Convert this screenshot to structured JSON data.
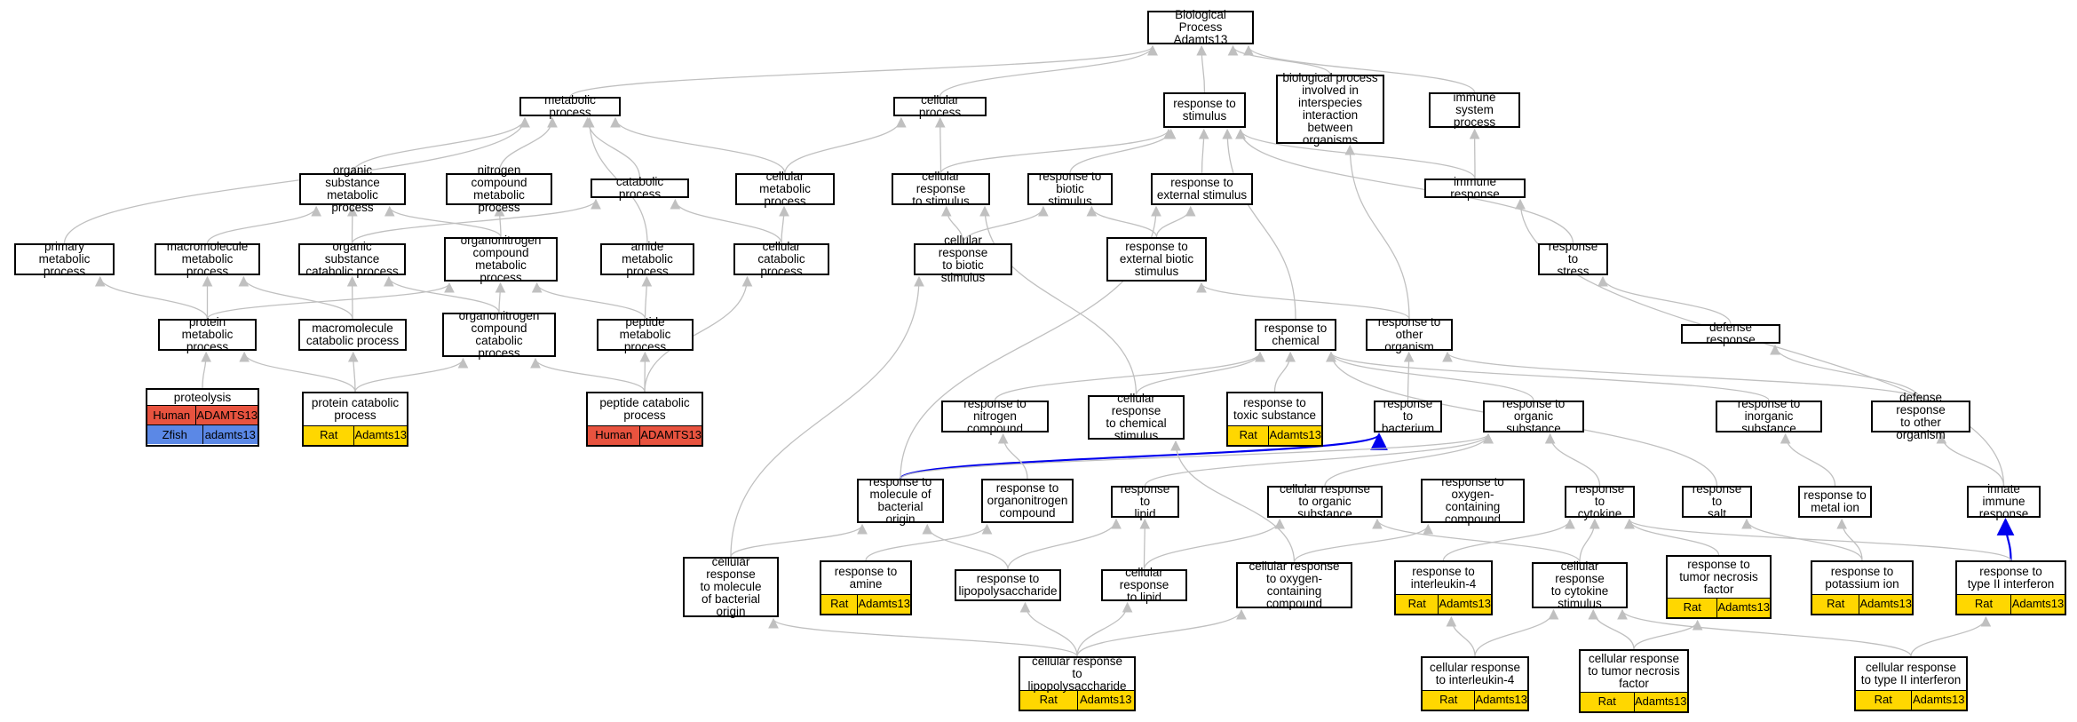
{
  "nodes": [
    {
      "id": "bp",
      "text": "Biological Process\nAdamts13"
    },
    {
      "id": "mp",
      "text": "metabolic process"
    },
    {
      "id": "cp",
      "text": "cellular process"
    },
    {
      "id": "rts",
      "text": "response to\nstimulus"
    },
    {
      "id": "bpii",
      "text": "biological process\ninvolved in\ninterspecies\ninteraction\nbetween organisms"
    },
    {
      "id": "isp",
      "text": "immune system\nprocess"
    },
    {
      "id": "osmp",
      "text": "organic substance\nmetabolic process"
    },
    {
      "id": "ncmp",
      "text": "nitrogen compound\nmetabolic process"
    },
    {
      "id": "catp",
      "text": "catabolic process"
    },
    {
      "id": "cmp",
      "text": "cellular metabolic\nprocess"
    },
    {
      "id": "crs",
      "text": "cellular response\nto stimulus"
    },
    {
      "id": "rbs",
      "text": "response to\nbiotic stimulus"
    },
    {
      "id": "res",
      "text": "response to\nexternal stimulus"
    },
    {
      "id": "ir",
      "text": "immune response"
    },
    {
      "id": "pmp",
      "text": "primary metabolic\nprocess"
    },
    {
      "id": "mmp",
      "text": "macromolecule\nmetabolic process"
    },
    {
      "id": "oscp",
      "text": "organic substance\ncatabolic process"
    },
    {
      "id": "oncmp",
      "text": "organonitrogen\ncompound metabolic\nprocess"
    },
    {
      "id": "amp",
      "text": "amide metabolic\nprocess"
    },
    {
      "id": "ccp",
      "text": "cellular catabolic\nprocess"
    },
    {
      "id": "crbs",
      "text": "cellular response\nto biotic stimulus"
    },
    {
      "id": "rebs",
      "text": "response to\nexternal biotic\nstimulus"
    },
    {
      "id": "rstress",
      "text": "response to\nstress"
    },
    {
      "id": "protmp",
      "text": "protein metabolic\nprocess"
    },
    {
      "id": "mcp",
      "text": "macromolecule\ncatabolic process"
    },
    {
      "id": "onccp",
      "text": "organonitrogen\ncompound catabolic\nprocess"
    },
    {
      "id": "pepmp",
      "text": "peptide metabolic\nprocess"
    },
    {
      "id": "rchem",
      "text": "response to\nchemical"
    },
    {
      "id": "roo",
      "text": "response to\nother organism"
    },
    {
      "id": "dr",
      "text": "defense response"
    },
    {
      "id": "prot",
      "text": "proteolysis",
      "rows": [
        [
          "Human",
          "ADAMTS13"
        ],
        [
          "Zfish",
          "adamts13"
        ]
      ]
    },
    {
      "id": "protcp",
      "text": "protein catabolic\nprocess",
      "rows": [
        [
          "Rat",
          "Adamts13"
        ]
      ]
    },
    {
      "id": "pepcp",
      "text": "peptide catabolic\nprocess",
      "rows": [
        [
          "Human",
          "ADAMTS13"
        ]
      ]
    },
    {
      "id": "rnc",
      "text": "response to\nnitrogen compound"
    },
    {
      "id": "crcs",
      "text": "cellular response\nto chemical\nstimulus"
    },
    {
      "id": "rtox",
      "text": "response to\ntoxic substance",
      "rows": [
        [
          "Rat",
          "Adamts13"
        ]
      ]
    },
    {
      "id": "rbact",
      "text": "response to\nbacterium"
    },
    {
      "id": "ros",
      "text": "response to\norganic substance"
    },
    {
      "id": "ris",
      "text": "response to\ninorganic substance"
    },
    {
      "id": "drto",
      "text": "defense response\nto other organism"
    },
    {
      "id": "rmbo",
      "text": "response to\nmolecule of\nbacterial origin"
    },
    {
      "id": "ronc",
      "text": "response to\norganonitrogen\ncompound"
    },
    {
      "id": "rlip",
      "text": "response to\nlipid"
    },
    {
      "id": "cros",
      "text": "cellular response\nto organic substance"
    },
    {
      "id": "rocc",
      "text": "response to\noxygen-containing\ncompound"
    },
    {
      "id": "rcyt",
      "text": "response to\ncytokine"
    },
    {
      "id": "rsalt",
      "text": "response to\nsalt"
    },
    {
      "id": "rmi",
      "text": "response to\nmetal ion"
    },
    {
      "id": "iir",
      "text": "innate immune\nresponse"
    },
    {
      "id": "crmbo",
      "text": "cellular response\nto molecule\nof bacterial\norigin"
    },
    {
      "id": "ramine",
      "text": "response to\namine",
      "rows": [
        [
          "Rat",
          "Adamts13"
        ]
      ]
    },
    {
      "id": "rlps",
      "text": "response to\nlipopolysaccharide"
    },
    {
      "id": "crlip",
      "text": "cellular response\nto lipid"
    },
    {
      "id": "crocc",
      "text": "cellular response\nto oxygen-containing\ncompound"
    },
    {
      "id": "ril4",
      "text": "response to\ninterleukin-4",
      "rows": [
        [
          "Rat",
          "Adamts13"
        ]
      ]
    },
    {
      "id": "crcyt",
      "text": "cellular response\nto cytokine\nstimulus"
    },
    {
      "id": "rtnf",
      "text": "response to\ntumor necrosis\nfactor",
      "rows": [
        [
          "Rat",
          "Adamts13"
        ]
      ]
    },
    {
      "id": "rpot",
      "text": "response to\npotassium ion",
      "rows": [
        [
          "Rat",
          "Adamts13"
        ]
      ]
    },
    {
      "id": "rt1i",
      "text": "response to\ntype II interferon",
      "rows": [
        [
          "Rat",
          "Adamts13"
        ]
      ]
    },
    {
      "id": "crlps",
      "text": "cellular response\nto lipopolysaccharide",
      "rows": [
        [
          "Rat",
          "Adamts13"
        ]
      ]
    },
    {
      "id": "cril4",
      "text": "cellular response\nto interleukin-4",
      "rows": [
        [
          "Rat",
          "Adamts13"
        ]
      ]
    },
    {
      "id": "crtnf",
      "text": "cellular response\nto tumor necrosis\nfactor",
      "rows": [
        [
          "Rat",
          "Adamts13"
        ]
      ]
    },
    {
      "id": "crt1i",
      "text": "cellular response\nto type II interferon",
      "rows": [
        [
          "Rat",
          "Adamts13"
        ]
      ]
    }
  ],
  "edges": [
    [
      "mp",
      "bp"
    ],
    [
      "cp",
      "bp"
    ],
    [
      "rts",
      "bp"
    ],
    [
      "bpii",
      "bp"
    ],
    [
      "isp",
      "bp"
    ],
    [
      "osmp",
      "mp"
    ],
    [
      "ncmp",
      "mp"
    ],
    [
      "catp",
      "mp"
    ],
    [
      "cmp",
      "mp"
    ],
    [
      "pmp",
      "mp"
    ],
    [
      "crs",
      "cp"
    ],
    [
      "cmp",
      "cp"
    ],
    [
      "crs",
      "rts"
    ],
    [
      "rbs",
      "rts"
    ],
    [
      "res",
      "rts"
    ],
    [
      "ir",
      "rts"
    ],
    [
      "rchem",
      "rts"
    ],
    [
      "rstress",
      "rts"
    ],
    [
      "ir",
      "isp"
    ],
    [
      "roo",
      "bpii"
    ],
    [
      "oscp",
      "osmp"
    ],
    [
      "mmp",
      "osmp"
    ],
    [
      "oncmp",
      "osmp"
    ],
    [
      "oncmp",
      "ncmp"
    ],
    [
      "oscp",
      "catp"
    ],
    [
      "ccp",
      "catp"
    ],
    [
      "ccp",
      "cmp"
    ],
    [
      "crbs",
      "crs"
    ],
    [
      "crcs",
      "crs"
    ],
    [
      "crbs",
      "rbs"
    ],
    [
      "rebs",
      "rbs"
    ],
    [
      "rebs",
      "res"
    ],
    [
      "protmp",
      "pmp"
    ],
    [
      "protmp",
      "mmp"
    ],
    [
      "mcp",
      "mmp"
    ],
    [
      "amp",
      "mp"
    ],
    [
      "mcp",
      "oscp"
    ],
    [
      "onccp",
      "oscp"
    ],
    [
      "onccp",
      "oncmp"
    ],
    [
      "pepmp",
      "oncmp"
    ],
    [
      "protmp",
      "oncmp"
    ],
    [
      "pepmp",
      "amp"
    ],
    [
      "pepcp",
      "ccp"
    ],
    [
      "crmbo",
      "crbs"
    ],
    [
      "roo",
      "rebs"
    ],
    [
      "dr",
      "rstress"
    ],
    [
      "prot",
      "protmp"
    ],
    [
      "protcp",
      "protmp"
    ],
    [
      "protcp",
      "mcp"
    ],
    [
      "protcp",
      "onccp"
    ],
    [
      "pepcp",
      "onccp"
    ],
    [
      "pepcp",
      "pepmp"
    ],
    [
      "rnc",
      "rchem"
    ],
    [
      "crcs",
      "rchem"
    ],
    [
      "rtox",
      "rchem"
    ],
    [
      "ros",
      "rchem"
    ],
    [
      "ris",
      "rchem"
    ],
    [
      "rsalt",
      "rchem"
    ],
    [
      "rbact",
      "roo"
    ],
    [
      "drto",
      "roo"
    ],
    [
      "drto",
      "dr"
    ],
    [
      "rmbo",
      "rbact"
    ],
    [
      "rmbo",
      "ros"
    ],
    [
      "cros",
      "ros"
    ],
    [
      "rcyt",
      "ros"
    ],
    [
      "rlip",
      "ros"
    ],
    [
      "rmi",
      "ris"
    ],
    [
      "rpot",
      "rmi"
    ],
    [
      "rpot",
      "rsalt"
    ],
    [
      "iir",
      "drto"
    ],
    [
      "iir",
      "ir"
    ],
    [
      "rt1i",
      "iir"
    ],
    [
      "rmbo",
      "res"
    ],
    [
      "ronc",
      "rnc"
    ],
    [
      "rlps",
      "rmbo"
    ],
    [
      "crmbo",
      "rmbo"
    ],
    [
      "ramine",
      "ronc"
    ],
    [
      "rlps",
      "rlip"
    ],
    [
      "crlip",
      "rlip"
    ],
    [
      "crlip",
      "cros"
    ],
    [
      "crocc",
      "rocc"
    ],
    [
      "crocc",
      "crcs"
    ],
    [
      "crcyt",
      "cros"
    ],
    [
      "ril4",
      "rcyt"
    ],
    [
      "crcyt",
      "rcyt"
    ],
    [
      "rtnf",
      "rcyt"
    ],
    [
      "rt1i",
      "rcyt"
    ],
    [
      "crlps",
      "rlps"
    ],
    [
      "crlps",
      "crlip"
    ],
    [
      "crlps",
      "crocc"
    ],
    [
      "crlps",
      "crmbo"
    ],
    [
      "cril4",
      "ril4"
    ],
    [
      "cril4",
      "crcyt"
    ],
    [
      "crtnf",
      "rtnf"
    ],
    [
      "crtnf",
      "crcyt"
    ],
    [
      "crt1i",
      "rt1i"
    ],
    [
      "crt1i",
      "crcyt"
    ]
  ],
  "highlight_edges": [
    [
      "rmbo",
      "rbact"
    ],
    [
      "rt1i",
      "iir"
    ]
  ],
  "colors": {
    "edge": "#c0c0c0",
    "highlight": "#0000ee",
    "human": "#e8533f",
    "zfish": "#5b88e6",
    "rat": "#ffd700"
  }
}
